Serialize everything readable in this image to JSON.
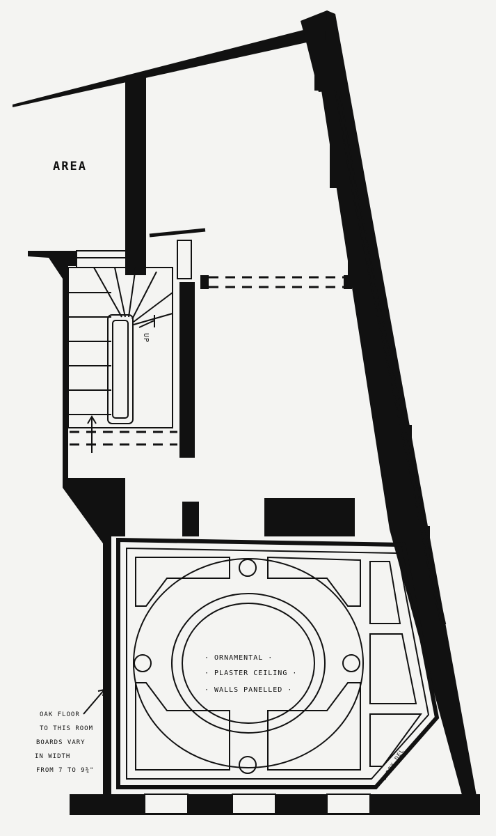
{
  "labels": {
    "area": "AREA",
    "up": "UP",
    "ceiling_line1": "· ORNAMENTAL ·",
    "ceiling_line2": "· PLASTER CEILING ·",
    "ceiling_line3": "· WALLS PANELLED ·",
    "oak_line1": "OAK FLOOR",
    "oak_line2": "TO THIS ROOM",
    "oak_line3": "BOARDS VARY",
    "oak_line4": "IN WIDTH",
    "oak_line5": "FROM 7 TO 9¾\"",
    "signature": "CURRY DEL"
  },
  "colors": {
    "ink": "#111111",
    "paper": "#f4f4f2"
  }
}
